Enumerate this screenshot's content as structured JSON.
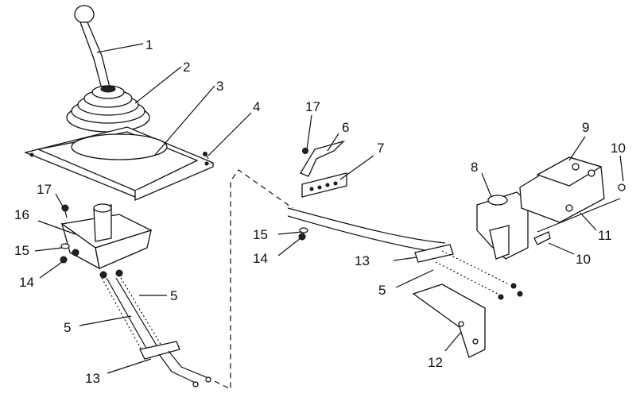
{
  "diagram": {
    "type": "exploded parts drawing",
    "callouts": {
      "c1": "1",
      "c2": "2",
      "c3": "3",
      "c4": "4",
      "c5a": "5",
      "c5b": "5",
      "c5c": "5",
      "c6": "6",
      "c7": "7",
      "c8": "8",
      "c9": "9",
      "c10a": "10",
      "c10b": "10",
      "c11": "11",
      "c12": "12",
      "c13a": "13",
      "c13b": "13",
      "c14a": "14",
      "c14b": "14",
      "c15a": "15",
      "c15b": "15",
      "c16": "16",
      "c17a": "17",
      "c17b": "17"
    }
  }
}
